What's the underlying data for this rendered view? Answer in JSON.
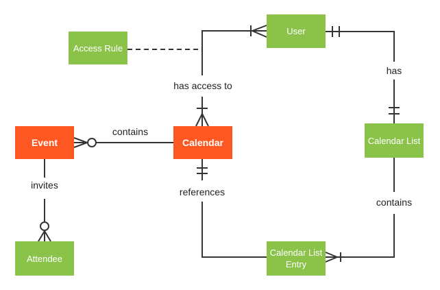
{
  "diagram": {
    "type": "entity-relationship",
    "background": "#ffffff",
    "line_color": "#333333",
    "entities": {
      "event": {
        "label": "Event",
        "fill": "#ff5722",
        "text_color": "#ffffff"
      },
      "calendar": {
        "label": "Calendar",
        "fill": "#ff5722",
        "text_color": "#ffffff"
      },
      "access_rule": {
        "label": "Access Rule",
        "fill": "#8bc34a",
        "text_color": "#ffffff"
      },
      "user": {
        "label": "User",
        "fill": "#8bc34a",
        "text_color": "#ffffff"
      },
      "calendar_list": {
        "label": "Calendar List",
        "fill": "#8bc34a",
        "text_color": "#ffffff"
      },
      "calendar_list_entry": {
        "label": "Calendar List Entry",
        "fill": "#8bc34a",
        "text_color": "#ffffff"
      },
      "attendee": {
        "label": "Attendee",
        "fill": "#8bc34a",
        "text_color": "#ffffff"
      }
    },
    "relationships": {
      "contains_events": {
        "label": "contains",
        "from": "Calendar",
        "to": "Event",
        "to_cardinality": "zero-or-many"
      },
      "has_access_to": {
        "label": "has access to",
        "from": "User",
        "to": "Calendar",
        "from_cardinality": "one-or-many",
        "to_cardinality": "one-or-many"
      },
      "access_rule_link": {
        "label": "",
        "from": "Access Rule",
        "to": "has_access_to",
        "style": "dashed"
      },
      "has": {
        "label": "has",
        "from": "User",
        "to": "Calendar List",
        "from_cardinality": "exactly-one",
        "to_cardinality": "exactly-one"
      },
      "references": {
        "label": "references",
        "from": "Calendar",
        "to": "Calendar List Entry",
        "from_cardinality": "exactly-one"
      },
      "contains_entries": {
        "label": "contains",
        "from": "Calendar List",
        "to": "Calendar List Entry",
        "to_cardinality": "one-or-many"
      },
      "invites": {
        "label": "invites",
        "from": "Event",
        "to": "Attendee",
        "to_cardinality": "zero-or-many"
      }
    }
  }
}
